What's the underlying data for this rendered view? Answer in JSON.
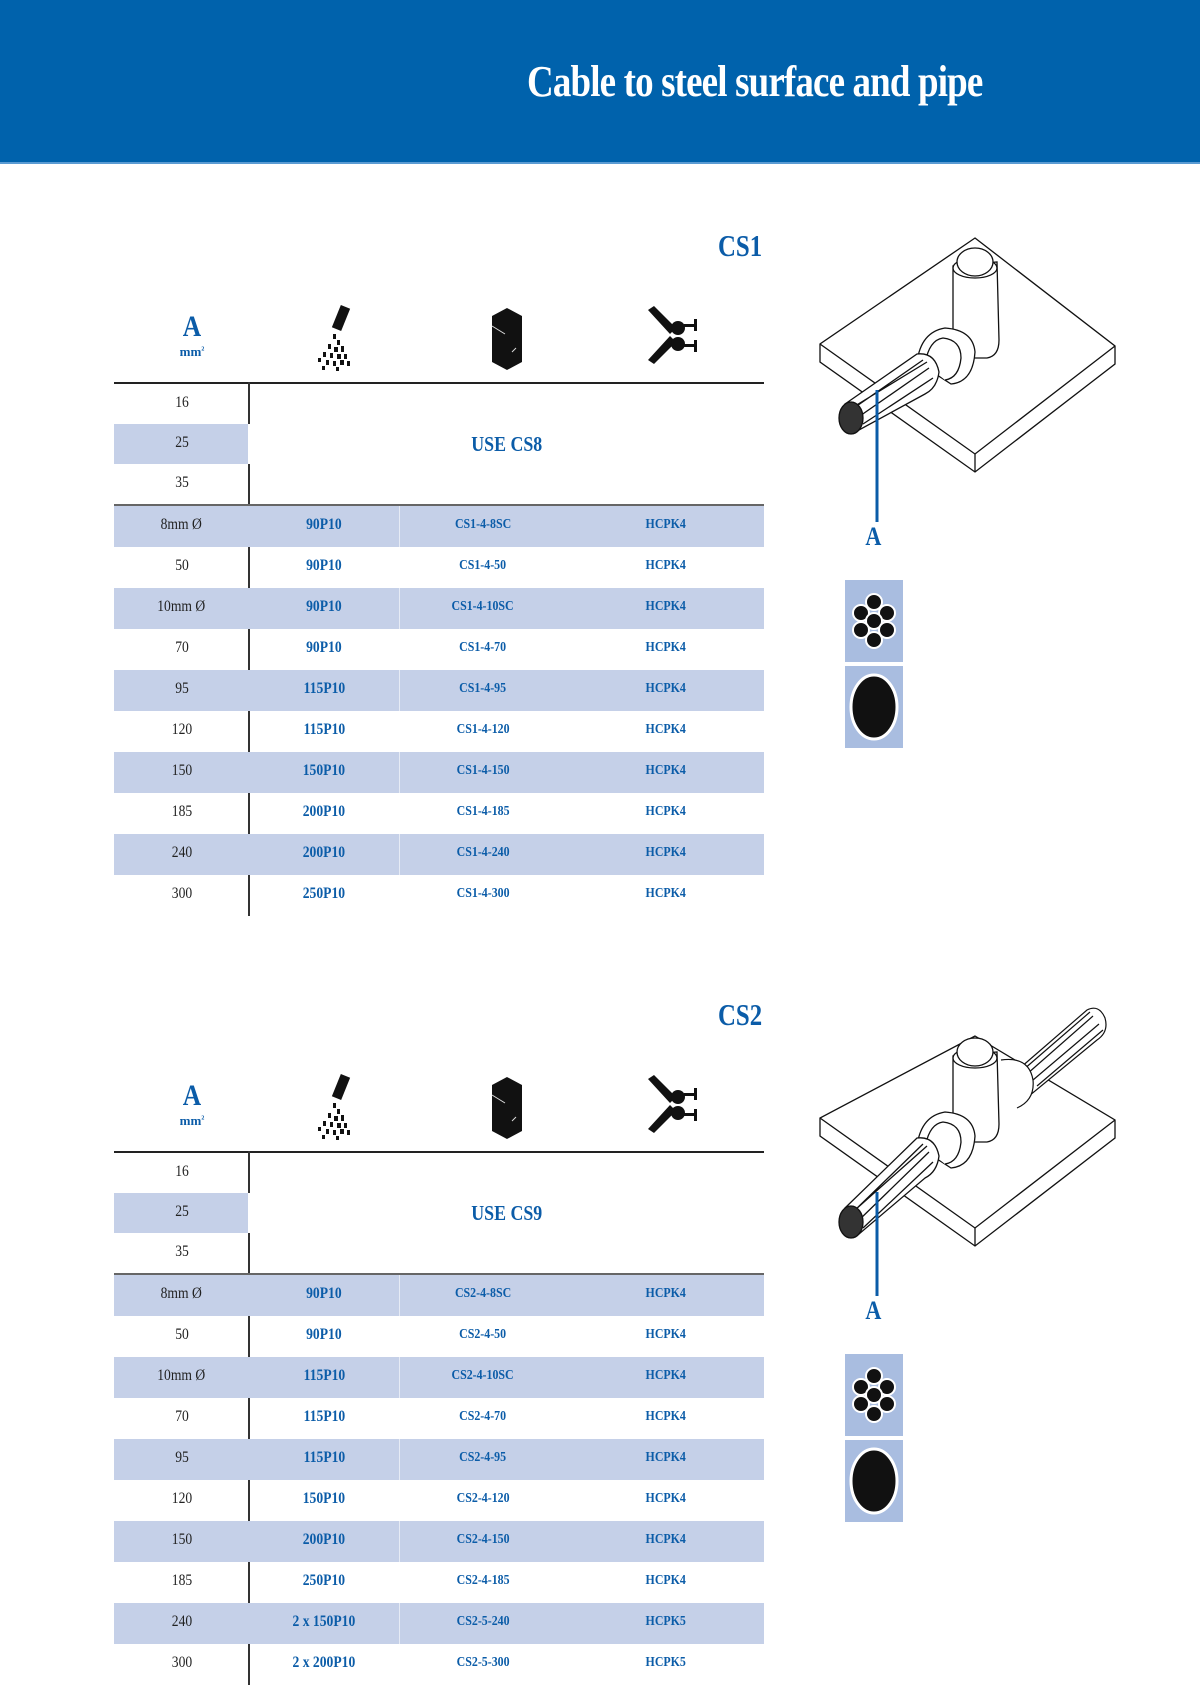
{
  "header": {
    "title": "Cable to steel surface and pipe",
    "color": "#0062ac"
  },
  "sections": [
    {
      "code": "CS1",
      "col_header_a": "A",
      "col_header_unit": "mm",
      "col_header_unit_sup": "2",
      "col_icons": [
        "weld-powder-icon",
        "mould-icon",
        "handle-clamp-icon"
      ],
      "small_sizes": [
        "16",
        "25",
        "35"
      ],
      "use_note": "USE CS8",
      "rows": [
        {
          "size": "8mm Ø",
          "powder": "90P10",
          "mould": "CS1-4-8SC",
          "handle": "HCPK4"
        },
        {
          "size": "50",
          "powder": "90P10",
          "mould": "CS1-4-50",
          "handle": "HCPK4"
        },
        {
          "size": "10mm Ø",
          "powder": "90P10",
          "mould": "CS1-4-10SC",
          "handle": "HCPK4"
        },
        {
          "size": "70",
          "powder": "90P10",
          "mould": "CS1-4-70",
          "handle": "HCPK4"
        },
        {
          "size": "95",
          "powder": "115P10",
          "mould": "CS1-4-95",
          "handle": "HCPK4"
        },
        {
          "size": "120",
          "powder": "115P10",
          "mould": "CS1-4-120",
          "handle": "HCPK4"
        },
        {
          "size": "150",
          "powder": "150P10",
          "mould": "CS1-4-150",
          "handle": "HCPK4"
        },
        {
          "size": "185",
          "powder": "200P10",
          "mould": "CS1-4-185",
          "handle": "HCPK4"
        },
        {
          "size": "240",
          "powder": "200P10",
          "mould": "CS1-4-240",
          "handle": "HCPK4"
        },
        {
          "size": "300",
          "powder": "250P10",
          "mould": "CS1-4-300",
          "handle": "HCPK4"
        }
      ],
      "diagram_label": "A"
    },
    {
      "code": "CS2",
      "col_header_a": "A",
      "col_header_unit": "mm",
      "col_header_unit_sup": "2",
      "col_icons": [
        "weld-powder-icon",
        "mould-icon",
        "handle-clamp-icon"
      ],
      "small_sizes": [
        "16",
        "25",
        "35"
      ],
      "use_note": "USE CS9",
      "rows": [
        {
          "size": "8mm Ø",
          "powder": "90P10",
          "mould": "CS2-4-8SC",
          "handle": "HCPK4"
        },
        {
          "size": "50",
          "powder": "90P10",
          "mould": "CS2-4-50",
          "handle": "HCPK4"
        },
        {
          "size": "10mm Ø",
          "powder": "115P10",
          "mould": "CS2-4-10SC",
          "handle": "HCPK4"
        },
        {
          "size": "70",
          "powder": "115P10",
          "mould": "CS2-4-70",
          "handle": "HCPK4"
        },
        {
          "size": "95",
          "powder": "115P10",
          "mould": "CS2-4-95",
          "handle": "HCPK4"
        },
        {
          "size": "120",
          "powder": "150P10",
          "mould": "CS2-4-120",
          "handle": "HCPK4"
        },
        {
          "size": "150",
          "powder": "200P10",
          "mould": "CS2-4-150",
          "handle": "HCPK4"
        },
        {
          "size": "185",
          "powder": "250P10",
          "mould": "CS2-4-185",
          "handle": "HCPK4"
        },
        {
          "size": "240",
          "powder": "2 x 150P10",
          "mould": "CS2-5-240",
          "handle": "HCPK5"
        },
        {
          "size": "300",
          "powder": "2 x 200P10",
          "mould": "CS2-5-300",
          "handle": "HCPK5"
        }
      ],
      "diagram_label": "A"
    }
  ]
}
